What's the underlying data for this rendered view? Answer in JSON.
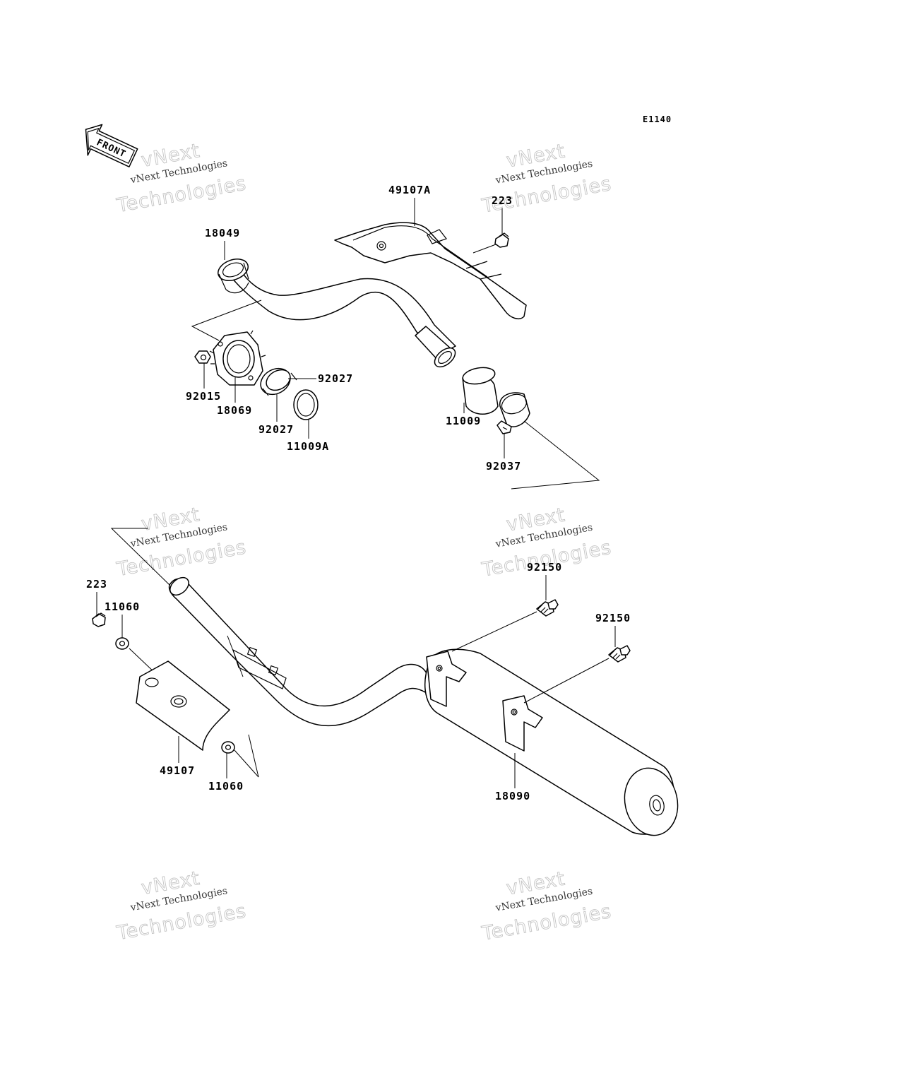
{
  "diagram_code": "E1140",
  "front_arrow_label": "FRONT",
  "watermark": {
    "company": "vNext",
    "subtitle": "vNext Technologies",
    "outline": "Technologies"
  },
  "part_labels": {
    "p49107A": "49107A",
    "p223_top": "223",
    "p18049": "18049",
    "p92027_right": "92027",
    "p92015": "92015",
    "p18069": "18069",
    "p92027_bottom": "92027",
    "p11009A": "11009A",
    "p11009": "11009",
    "p92037": "92037",
    "p92150_left": "92150",
    "p92150_right": "92150",
    "p223_bottom": "223",
    "p11060_top": "11060",
    "p49107": "49107",
    "p11060_bottom": "11060",
    "p18090": "18090"
  }
}
